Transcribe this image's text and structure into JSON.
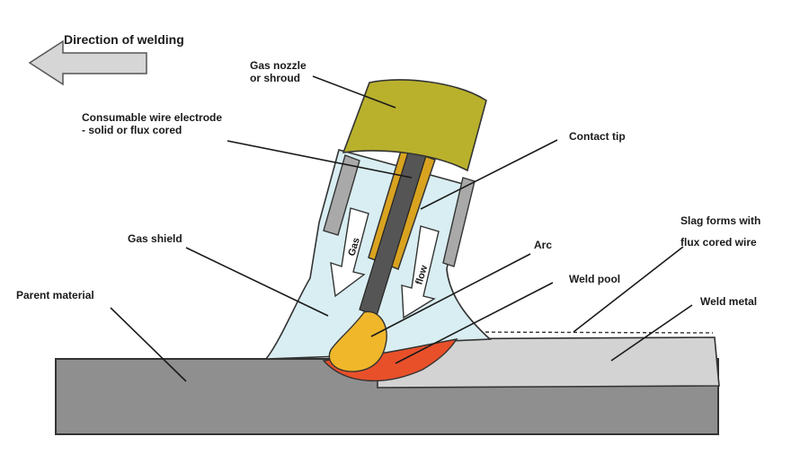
{
  "direction": {
    "label": "Direction of welding"
  },
  "labels": {
    "gas_nozzle": [
      "Gas nozzle",
      "or shroud"
    ],
    "wire_electrode": [
      "Consumable wire electrode",
      "- solid or flux cored"
    ],
    "contact_tip": "Contact tip",
    "slag": [
      "Slag  forms with",
      "flux cored wire"
    ],
    "gas_shield": "Gas shield",
    "arc": "Arc",
    "weld_pool": "Weld pool",
    "parent_material": "Parent material",
    "weld_metal": "Weld metal",
    "gas_flow_left": "Gas",
    "gas_flow_right": "flow"
  },
  "colors": {
    "nozzle": "#b9b12c",
    "gas": "#d9eef2",
    "parent": "#8f8f8f",
    "weld_metal": "#d3d3d3",
    "weld_pool": "#f0b72a",
    "weld_pool_edge": "#e8502a",
    "contact_tip": "#d9a320",
    "wire": "#555555"
  }
}
